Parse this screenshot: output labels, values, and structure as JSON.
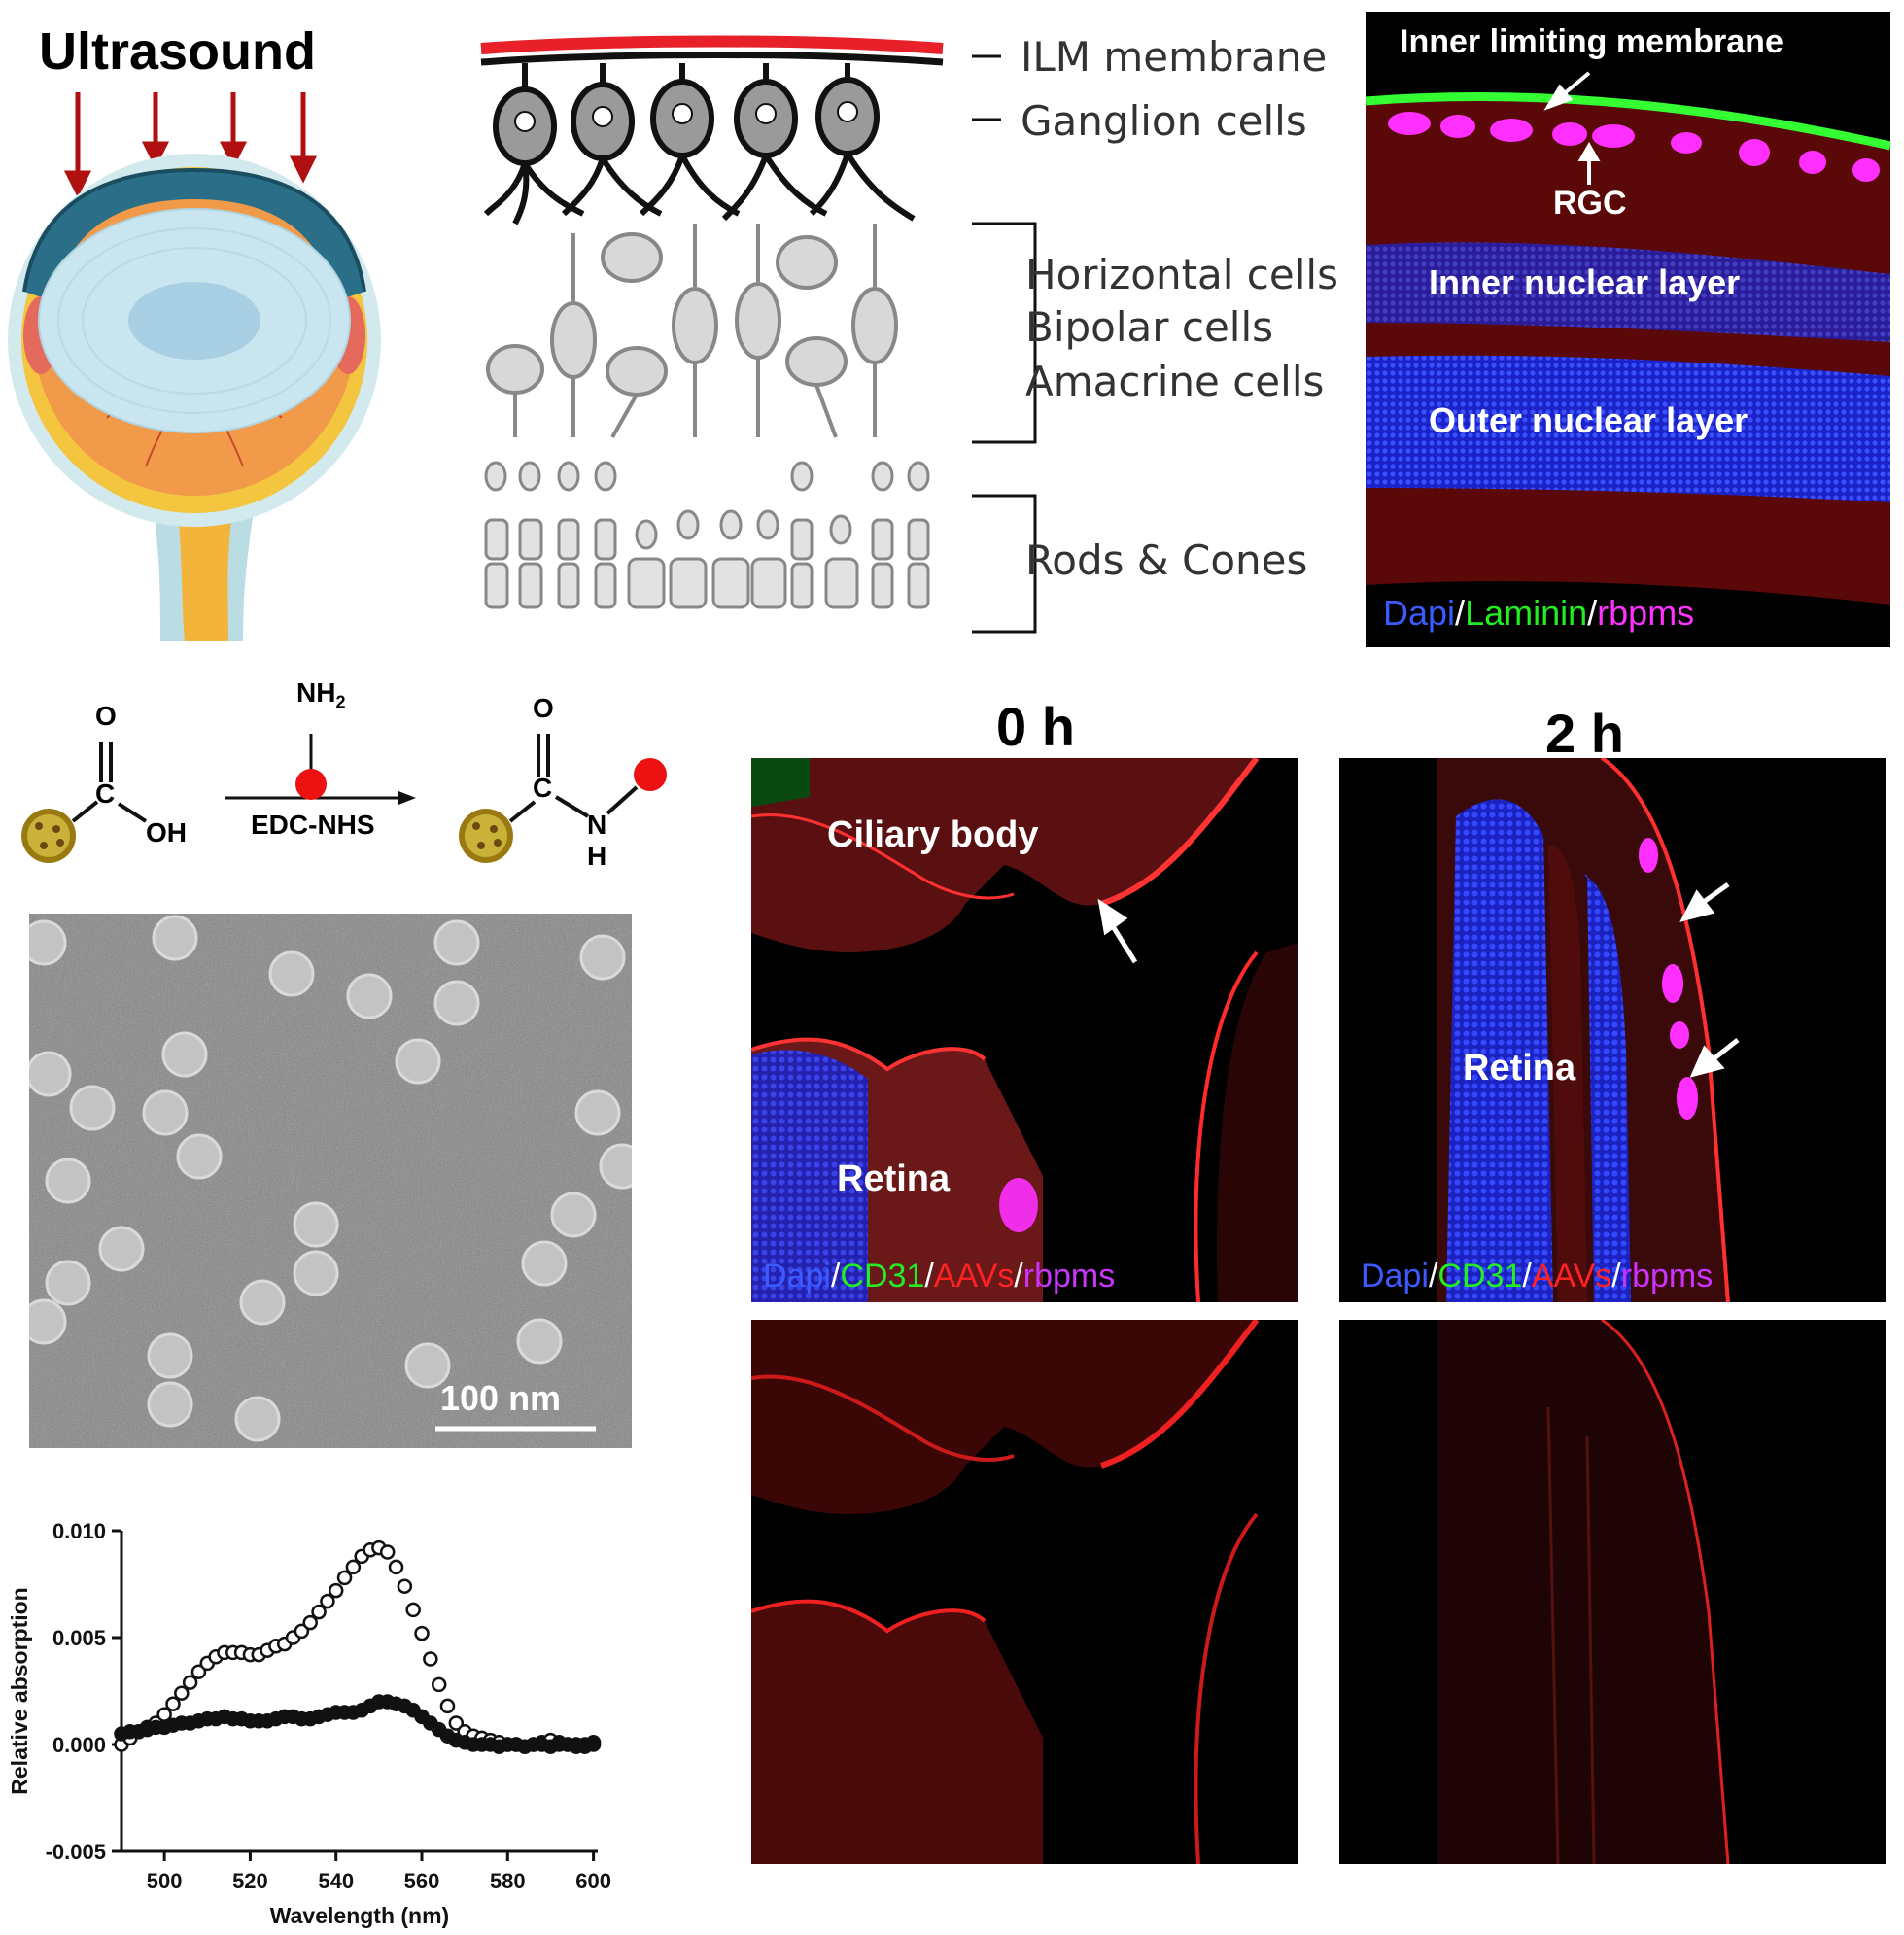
{
  "eye_panel": {
    "title": "Ultrasound"
  },
  "retina_schematic": {
    "labels": [
      "ILM membrane",
      "Ganglion cells",
      "Horizontal cells",
      "Bipolar cells",
      "Amacrine cells",
      "Rods & Cones"
    ]
  },
  "retina_micrograph": {
    "labels": {
      "ilm": "Inner limiting membrane",
      "rgc": "RGC",
      "inl": "Inner nuclear layer",
      "onl": "Outer nuclear layer"
    },
    "stain": [
      {
        "text": "Dapi",
        "color": "#3b5bff"
      },
      {
        "text": "/",
        "color": "#ffffff"
      },
      {
        "text": "Laminin",
        "color": "#22ee22"
      },
      {
        "text": "/",
        "color": "#ffffff"
      },
      {
        "text": "rbpms",
        "color": "#ff33ff"
      }
    ]
  },
  "reaction": {
    "reagent_top": "NH",
    "reagent_sub": "2",
    "reagent_label": "EDC-NHS",
    "atoms": {
      "o": "O",
      "c": "C",
      "oh": "OH",
      "n": "N",
      "h": "H"
    }
  },
  "tem_image": {
    "scale_bar": "100 nm"
  },
  "time_points": {
    "t0": "0 h",
    "t2": "2 h"
  },
  "micrographs": {
    "t0_labels": {
      "ciliary": "Ciliary body",
      "retina": "Retina"
    },
    "t2_labels": {
      "retina": "Retina"
    },
    "stain": [
      {
        "text": "Dapi",
        "color": "#3b5bff"
      },
      {
        "text": "/",
        "color": "#ffffff"
      },
      {
        "text": "CD31",
        "color": "#22ee22"
      },
      {
        "text": "/",
        "color": "#ffffff"
      },
      {
        "text": "AAVs",
        "color": "#ff2222"
      },
      {
        "text": "/",
        "color": "#ffffff"
      },
      {
        "text": "rbpms",
        "color": "#cc33ff"
      }
    ]
  },
  "chart_data": {
    "type": "scatter",
    "xlabel": "Wavelength (nm)",
    "ylabel": "Relative absorption",
    "xlim": [
      490,
      601
    ],
    "ylim": [
      -0.005,
      0.01
    ],
    "xticks": [
      500,
      520,
      540,
      560,
      580,
      600
    ],
    "yticks": [
      -0.005,
      0.0,
      0.005,
      0.01
    ],
    "ytick_labels": [
      "-0.005",
      "0.000",
      "0.005",
      "0.010"
    ],
    "grid": false,
    "series": [
      {
        "marker": "open-circle",
        "x": [
          490,
          492,
          494,
          496,
          498,
          500,
          502,
          504,
          506,
          508,
          510,
          512,
          514,
          516,
          518,
          520,
          522,
          524,
          526,
          528,
          530,
          532,
          534,
          536,
          538,
          540,
          542,
          544,
          546,
          548,
          550,
          552,
          554,
          556,
          558,
          560,
          562,
          564,
          566,
          568,
          570,
          572,
          574,
          576,
          578,
          580,
          582,
          584,
          586,
          588,
          590,
          592,
          594,
          596,
          598,
          600
        ],
        "y": [
          0.0,
          0.0003,
          0.0006,
          0.0008,
          0.001,
          0.0014,
          0.0019,
          0.0024,
          0.0029,
          0.0034,
          0.0038,
          0.0041,
          0.0043,
          0.0043,
          0.0043,
          0.0042,
          0.0042,
          0.0044,
          0.0046,
          0.0047,
          0.005,
          0.0053,
          0.0057,
          0.0062,
          0.0067,
          0.0072,
          0.0078,
          0.0083,
          0.0088,
          0.0091,
          0.0092,
          0.009,
          0.0083,
          0.0074,
          0.0063,
          0.0052,
          0.004,
          0.0028,
          0.0018,
          0.001,
          0.0006,
          0.0004,
          0.0003,
          0.0002,
          0.0001,
          0.0,
          0.0,
          -0.0001,
          0.0,
          0.0001,
          0.0002,
          0.0001,
          0.0,
          -0.0001,
          0.0,
          0.0001
        ]
      },
      {
        "marker": "filled-circle",
        "x": [
          490,
          492,
          494,
          496,
          498,
          500,
          502,
          504,
          506,
          508,
          510,
          512,
          514,
          516,
          518,
          520,
          522,
          524,
          526,
          528,
          530,
          532,
          534,
          536,
          538,
          540,
          542,
          544,
          546,
          548,
          550,
          552,
          554,
          556,
          558,
          560,
          562,
          564,
          566,
          568,
          570,
          572,
          574,
          576,
          578,
          580,
          582,
          584,
          586,
          588,
          590,
          592,
          594,
          596,
          598,
          600
        ],
        "y": [
          0.0005,
          0.0006,
          0.0006,
          0.0007,
          0.0008,
          0.0008,
          0.0009,
          0.001,
          0.001,
          0.0011,
          0.0012,
          0.0012,
          0.0013,
          0.0012,
          0.0012,
          0.0011,
          0.0011,
          0.0011,
          0.0012,
          0.0013,
          0.0013,
          0.0012,
          0.0012,
          0.0013,
          0.0014,
          0.0015,
          0.0015,
          0.0015,
          0.0016,
          0.0018,
          0.002,
          0.002,
          0.0019,
          0.0018,
          0.0016,
          0.0013,
          0.001,
          0.0007,
          0.0004,
          0.0002,
          0.0001,
          0.0,
          0.0,
          0.0,
          -0.0001,
          0.0,
          0.0,
          -0.0001,
          0.0,
          0.0,
          -0.0001,
          0.0,
          0.0,
          0.0,
          -0.0001,
          0.0
        ]
      }
    ]
  }
}
